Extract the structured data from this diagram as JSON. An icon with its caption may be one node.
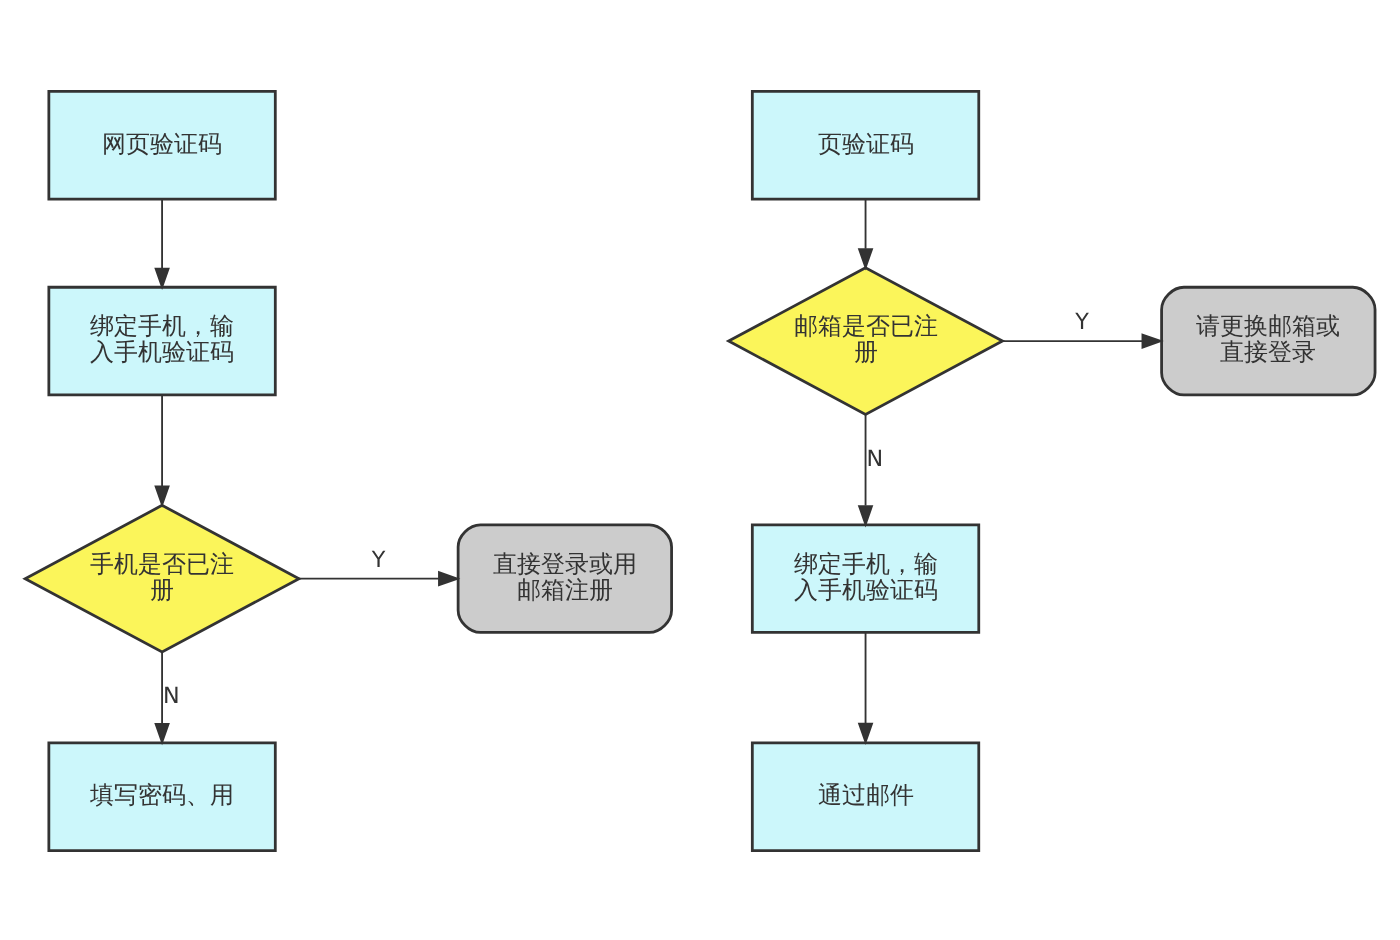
{
  "diagram": {
    "nodes": [
      {
        "text": [
          "网页验证码"
        ]
      },
      {
        "text": [
          "绑定手机，输入手机验证码"
        ]
      },
      {
        "text": [
          "手机是否已注册"
        ]
      },
      {
        "text": [
          "直接登录或用邮箱注册"
        ]
      },
      {
        "text": [
          "填写密码、用"
        ]
      },
      {
        "text": [
          "页验证码"
        ]
      },
      {
        "text": [
          "邮箱是否已注册"
        ]
      },
      {
        "text": [
          "请更换邮箱或直接登录"
        ]
      },
      {
        "text": [
          "绑定手机，输入手机验证码"
        ]
      },
      {
        "text": [
          "通过邮件"
        ]
      }
    ],
    "edges": [
      {
        "from": 0,
        "to": 1,
        "arrow": "to"
      },
      {
        "from": 1,
        "to": 2,
        "arrow": "to"
      },
      {
        "from": 2,
        "to": 3,
        "arrow": "to",
        "label": "Y"
      },
      {
        "from": 2,
        "to": 4,
        "arrow": "to",
        "label": "N"
      },
      {
        "from": 5,
        "to": 6,
        "arrow": "to"
      },
      {
        "from": 6,
        "to": 7,
        "arrow": "to",
        "label": "Y"
      },
      {
        "from": 6,
        "to": 8,
        "arrow": "to",
        "label": "N"
      },
      {
        "from": 8,
        "to": 9,
        "arrow": "to"
      }
    ]
  }
}
